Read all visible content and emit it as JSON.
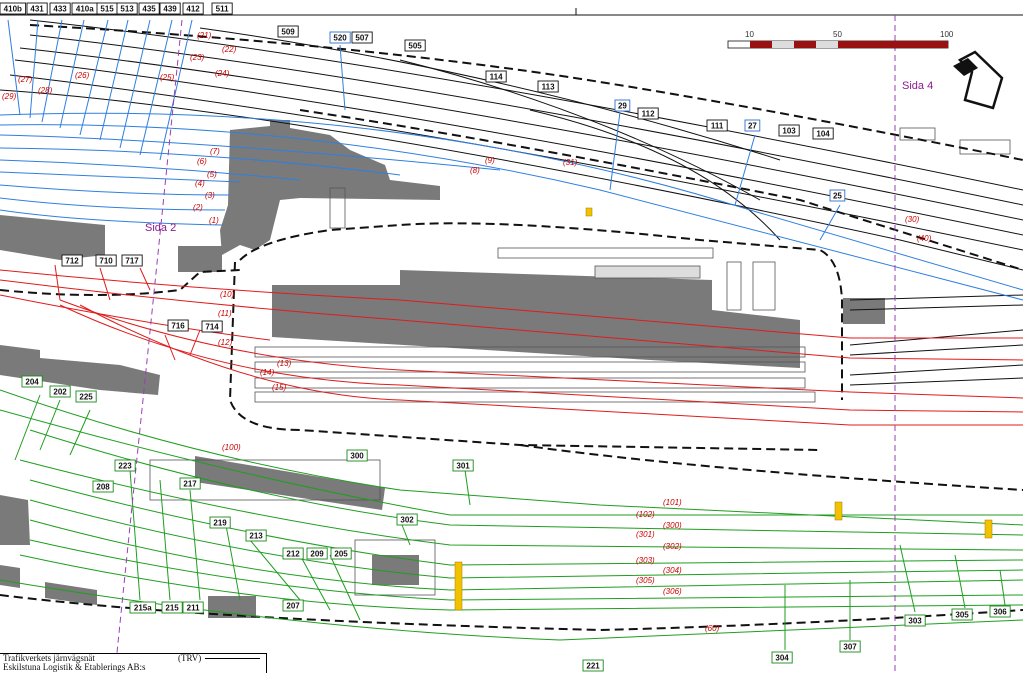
{
  "colors": {
    "black_tracks": "#111111",
    "blue_tracks": "#2f7fe0",
    "red_tracks": "#e01b1b",
    "green_tracks": "#1f9e1f",
    "buildings": "#7a7a7a",
    "sida_line": "#9b3fb5",
    "label_black": "#111111",
    "label_blue": "#2f6fd0",
    "label_green": "#1a8a1a"
  },
  "sida_labels": [
    "Sida 2",
    "Sida 4"
  ],
  "scale_bar": {
    "ticks": [
      "10",
      "50",
      "100"
    ]
  },
  "legend": {
    "line1": "Trafikverkets järnvägsnät",
    "code1": "(TRV)",
    "line2": "Eskilstuna Logistik & Etablerings AB:s"
  },
  "labels": {
    "black": [
      "505",
      "114",
      "113",
      "112",
      "111",
      "103",
      "104",
      "509",
      "507",
      "511"
    ],
    "black_top": [
      "410b",
      "431",
      "433",
      "410a",
      "515",
      "513",
      "435",
      "439",
      "412"
    ],
    "blue_box": [
      "520",
      "29",
      "27",
      "25"
    ],
    "red_box": [
      "712",
      "710",
      "717",
      "716",
      "714"
    ],
    "green_box": [
      "204",
      "202",
      "225",
      "223",
      "208",
      "217",
      "219",
      "213",
      "212",
      "209",
      "205",
      "207",
      "215a",
      "215",
      "211",
      "300",
      "301",
      "302",
      "303",
      "305",
      "306",
      "307",
      "304",
      "221"
    ]
  },
  "track_numbers": {
    "black_red": [
      "(21)",
      "(22)",
      "(23)",
      "(24)",
      "(25)",
      "(26)",
      "(27)",
      "(28)",
      "(29)",
      "(31)",
      "(30)",
      "(40)"
    ],
    "blue_red": [
      "(9)",
      "(8)",
      "(7)",
      "(6)",
      "(5)",
      "(4)",
      "(3)",
      "(2)",
      "(1)"
    ],
    "red_main": [
      "(10)",
      "(11)",
      "(12)",
      "(13)",
      "(14)",
      "(15)"
    ],
    "green_red": [
      "(100)",
      "(101)",
      "(102)",
      "(300)",
      "(301)",
      "(302)",
      "(303)",
      "(304)",
      "(305)",
      "(306)",
      "(60)"
    ]
  }
}
